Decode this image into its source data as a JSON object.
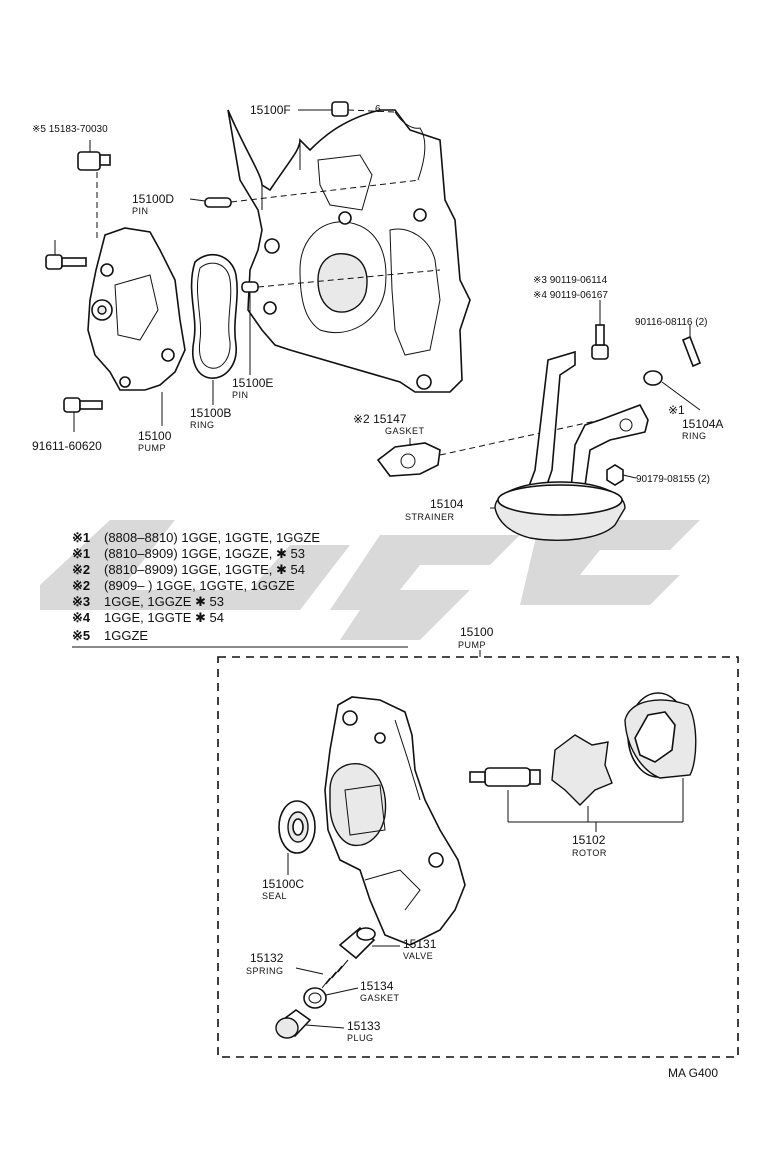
{
  "labels": {
    "p15183": "※5 15183-70030",
    "p15100F": "15100F",
    "p15100D": "15100D",
    "pin": "PIN",
    "p91611": "91611-60620",
    "p15100": "15100",
    "pump": "PUMP",
    "p15100B": "15100B",
    "ring": "RING",
    "p15100E": "15100E",
    "p15147": "※2 15147",
    "gasket": "GASKET",
    "p90119a": "※3 90119-06114",
    "p90119b": "※4 90119-06167",
    "p90116": "90116-08116 (2)",
    "mark1": "※1",
    "p15104A": "15104A",
    "p90179": "90179-08155 (2)",
    "p15104": "15104",
    "strainer": "STRAINER",
    "p15102": "15102",
    "rotor": "ROTOR",
    "p15100C": "15100C",
    "seal": "SEAL",
    "p15131": "15131",
    "valve": "VALVE",
    "p15132": "15132",
    "spring": "SPRING",
    "p15134": "15134",
    "p15133": "15133",
    "plug": "PLUG",
    "code": "MA G400",
    "small_num": "6"
  },
  "notes": [
    {
      "mark": "※1",
      "text": "(8808–8810) 1GGE, 1GGTE, 1GGZE"
    },
    {
      "mark": "※1",
      "text": "(8810–8909) 1GGE, 1GGZE, ✱ 53"
    },
    {
      "mark": "※2",
      "text": "(8810–8909) 1GGE, 1GGTE, ✱ 54"
    },
    {
      "mark": "※2",
      "text": "(8909–      ) 1GGE, 1GGTE, 1GGZE"
    },
    {
      "mark": "※3",
      "text": "1GGE, 1GGZE ✱ 53"
    },
    {
      "mark": "※4",
      "text": "1GGE, 1GGTE ✱ 54"
    },
    {
      "mark": "※5",
      "text": "1GGZE"
    }
  ]
}
